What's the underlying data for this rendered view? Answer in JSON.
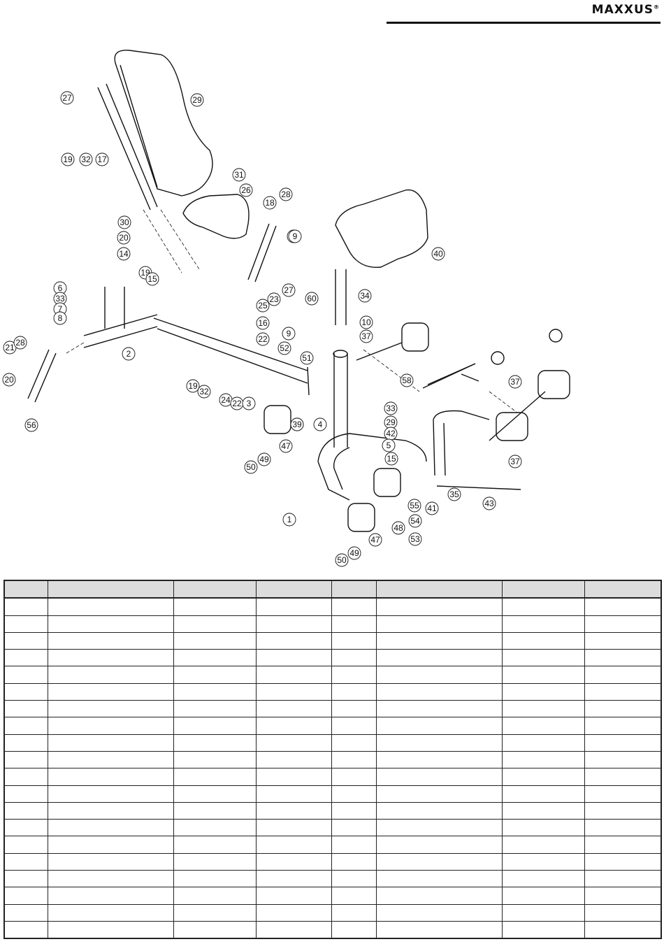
{
  "header": {
    "brand": "MAXXUS",
    "trademark": "®"
  },
  "diagram": {
    "callouts": [
      "27",
      "29",
      "19",
      "32",
      "17",
      "31",
      "26",
      "28",
      "18",
      "29",
      "30",
      "20",
      "9",
      "40",
      "14",
      "19",
      "15",
      "6",
      "33",
      "7",
      "8",
      "2",
      "16",
      "23",
      "25",
      "27",
      "60",
      "34",
      "22",
      "10",
      "37",
      "9",
      "51",
      "52",
      "58",
      "39",
      "19",
      "32",
      "24",
      "22",
      "3",
      "21",
      "28",
      "20",
      "56",
      "39",
      "47",
      "49",
      "50",
      "4",
      "33",
      "29",
      "42",
      "5",
      "15",
      "37",
      "37",
      "1",
      "55",
      "41",
      "35",
      "43",
      "48",
      "54",
      "53",
      "47",
      "49",
      "50"
    ]
  },
  "table": {
    "rows": 20,
    "cols": 8
  }
}
